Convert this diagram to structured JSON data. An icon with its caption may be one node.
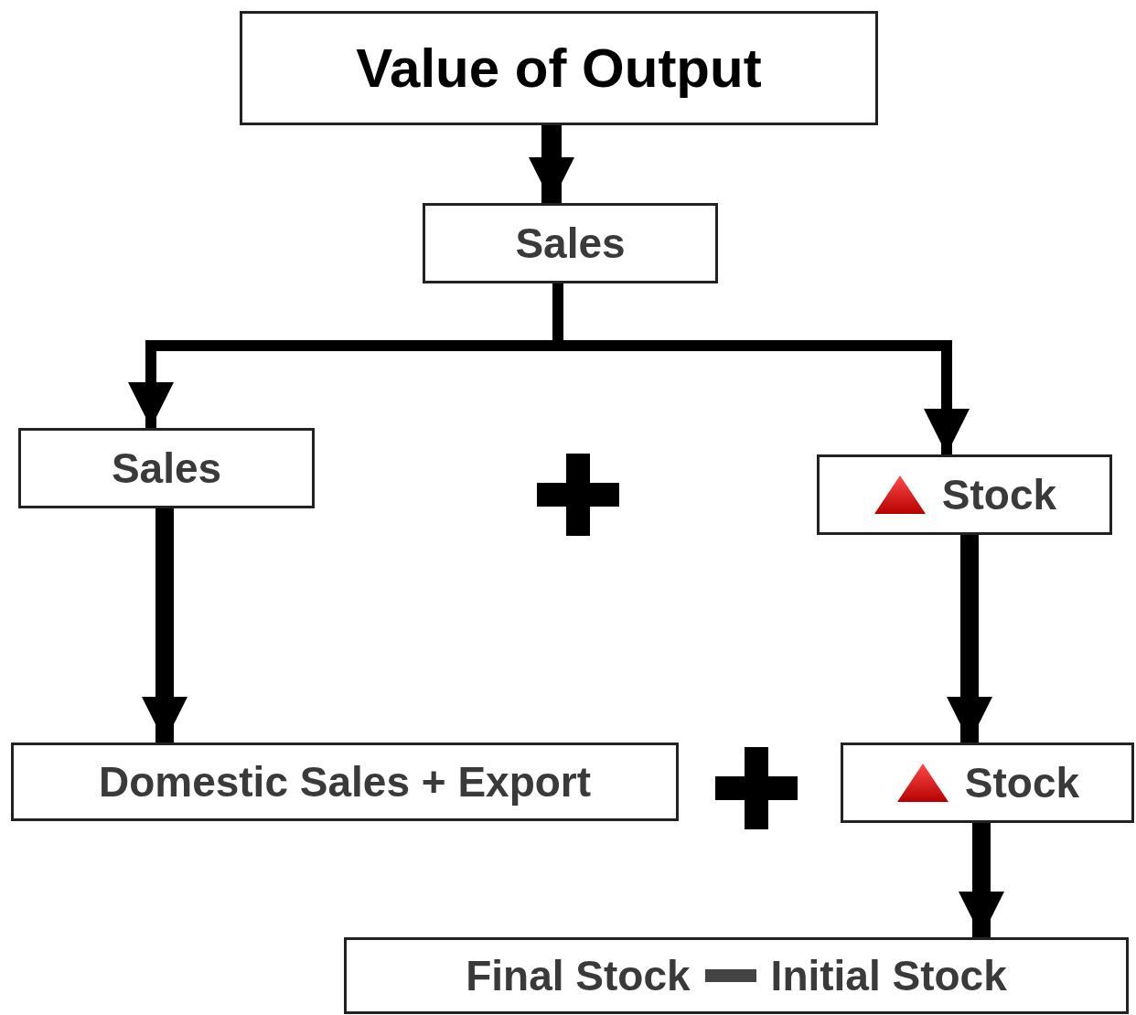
{
  "diagram": {
    "nodes": [
      {
        "text": [
          "Value of Output"
        ]
      },
      {
        "text": [
          "Sales"
        ]
      },
      {
        "text": [
          "Sales"
        ]
      },
      {
        "text": [
          "Stock"
        ]
      },
      {
        "text": [
          "Domestic Sales + Export"
        ]
      },
      {
        "text": [
          "Stock"
        ]
      },
      {
        "text": [
          "Final Stock",
          "Initial Stock"
        ]
      }
    ],
    "edges": [
      {
        "from": 0,
        "to": 1,
        "arrow": "to"
      },
      {
        "from": 1,
        "to": 2,
        "arrow": "to"
      },
      {
        "from": 1,
        "to": 3,
        "arrow": "to"
      },
      {
        "from": 2,
        "to": 4,
        "arrow": "to"
      },
      {
        "from": 3,
        "to": 5,
        "arrow": "to"
      },
      {
        "from": 5,
        "to": 6,
        "arrow": "to"
      }
    ]
  }
}
